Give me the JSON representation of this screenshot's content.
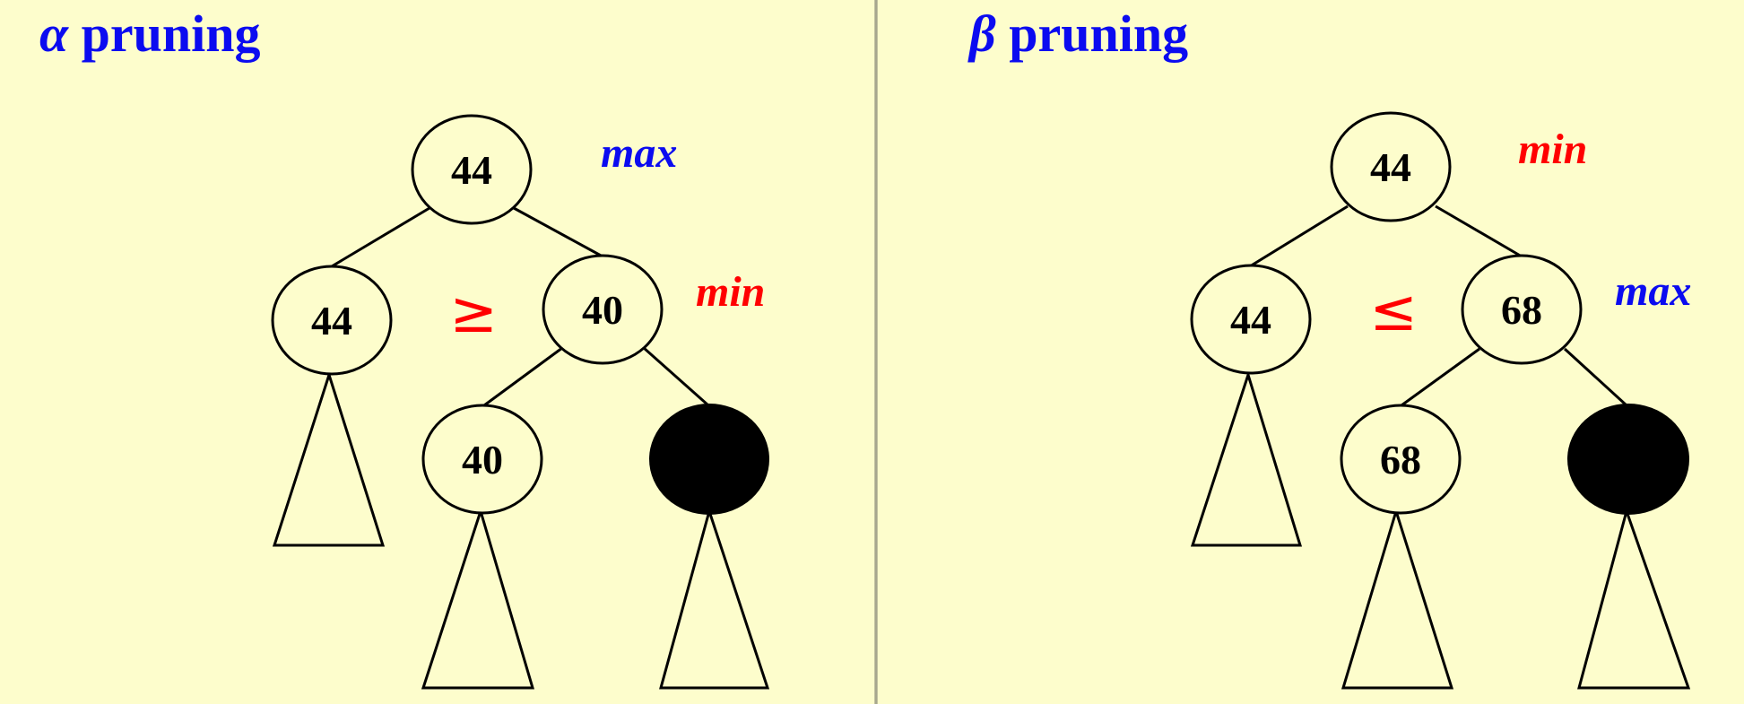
{
  "colors": {
    "background": "#fdfdcc",
    "title": "#0b0bf0",
    "max": "#0b0bf0",
    "min": "#ff0000",
    "compare": "#ff0000",
    "pruned_node": "#000000"
  },
  "alpha": {
    "title_symbol": "α",
    "title_word": "pruning",
    "root": "44",
    "root_role": "max",
    "left_child": "44",
    "compare": "≥",
    "right_child": "40",
    "right_role": "min",
    "grandchild": "40"
  },
  "beta": {
    "title_symbol": "β",
    "title_word": "pruning",
    "root": "44",
    "root_role": "min",
    "left_child": "44",
    "compare": "≤",
    "right_child": "68",
    "right_role": "max",
    "grandchild": "68"
  }
}
